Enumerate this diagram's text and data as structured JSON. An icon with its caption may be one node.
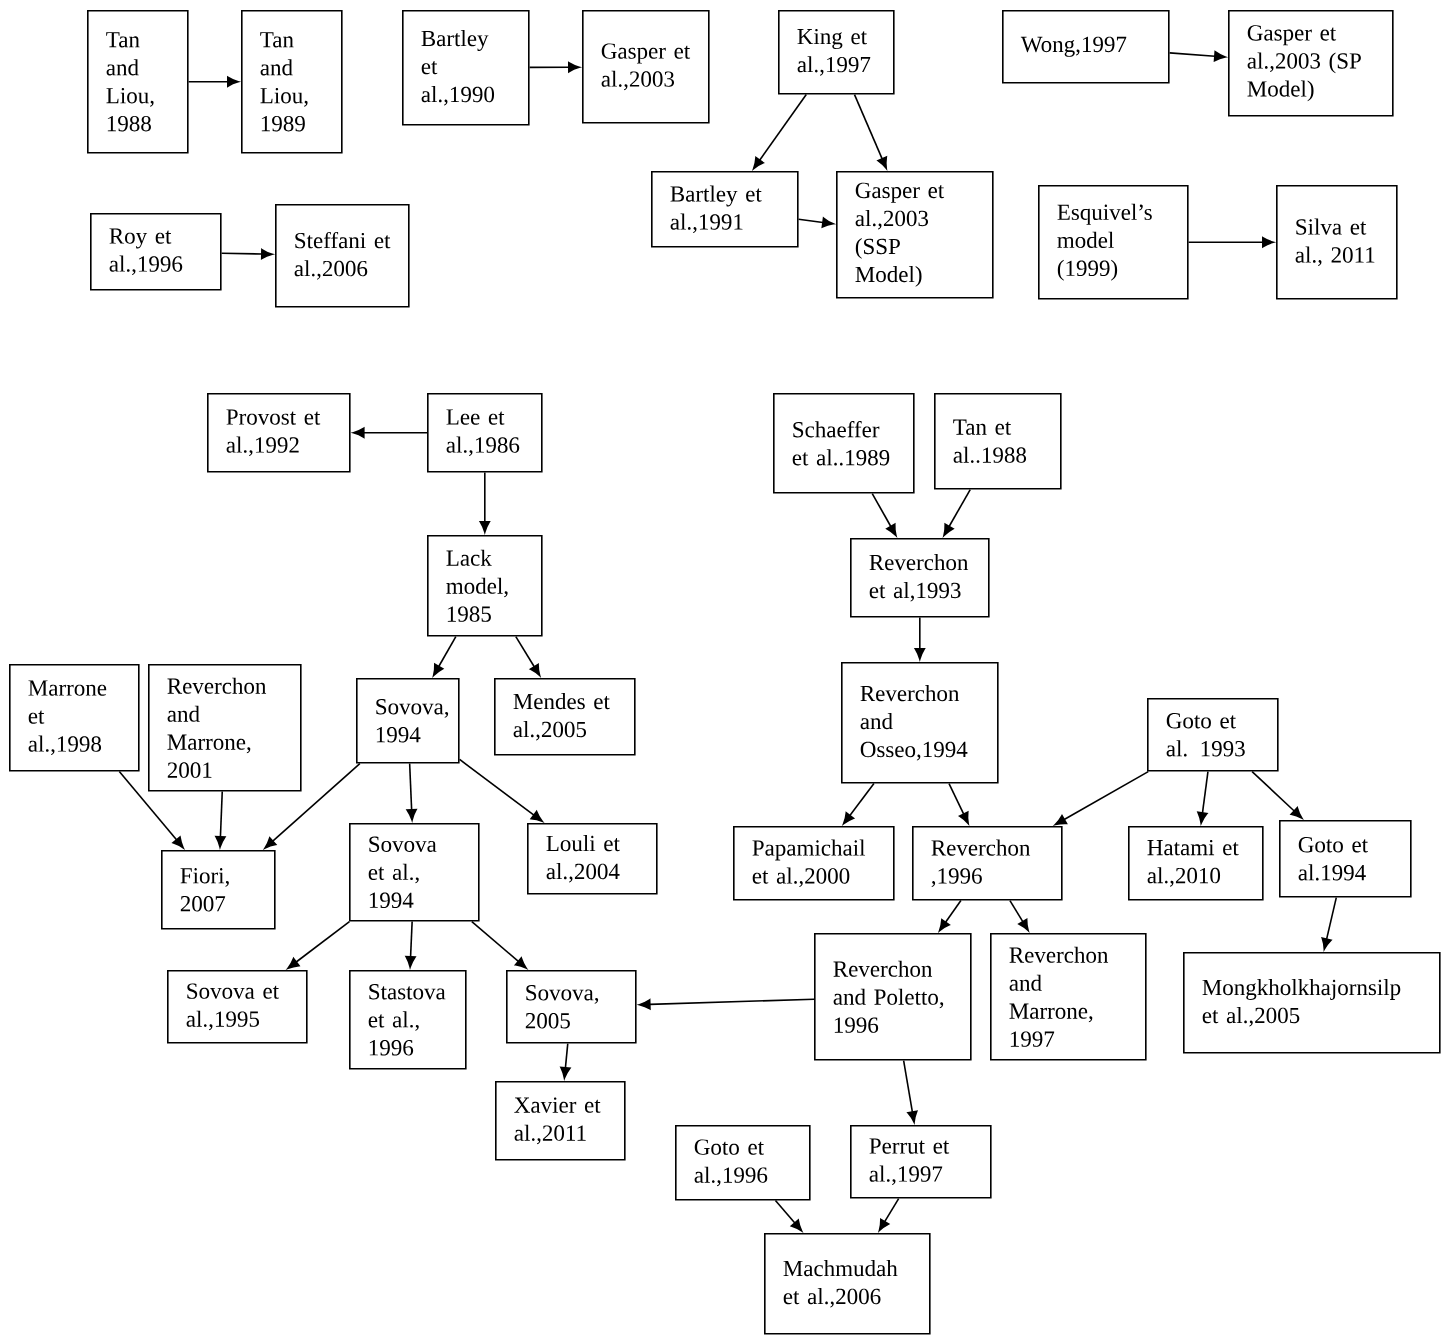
{
  "diagram": {
    "nodes": [
      {
        "text": [
          "Tan and Liou, 1988"
        ]
      },
      {
        "text": [
          "Tan and Liou, 1989"
        ]
      },
      {
        "text": [
          "Bartley et al.,1990"
        ]
      },
      {
        "text": [
          "Gasper et al.,2003"
        ]
      },
      {
        "text": [
          "King et al.,1997"
        ]
      },
      {
        "text": [
          "Wong,1997"
        ]
      },
      {
        "text": [
          "Gasper et al.,2003 (SP Model)"
        ]
      },
      {
        "text": [
          "Bartley et al.,1991"
        ]
      },
      {
        "text": [
          "Gasper et al.,2003 (SSP Model)"
        ]
      },
      {
        "text": [
          "Roy et al.,1996"
        ]
      },
      {
        "text": [
          "Steffani et al.,2006"
        ]
      },
      {
        "text": [
          "Esquivel’s model (1999)"
        ]
      },
      {
        "text": [
          "Silva et al., 2011"
        ]
      },
      {
        "text": [
          "Provost et al.,1992"
        ]
      },
      {
        "text": [
          "Lee et al.,1986"
        ]
      },
      {
        "text": [
          "Schaeffer et al..1989"
        ]
      },
      {
        "text": [
          "Tan et al..1988"
        ]
      },
      {
        "text": [
          "Lack model, 1985"
        ]
      },
      {
        "text": [
          "Reverchon et al,1993"
        ]
      },
      {
        "text": [
          "Marrone et al.,1998"
        ]
      },
      {
        "text": [
          "Reverchon and Marrone, 2001"
        ]
      },
      {
        "text": [
          "Sovova, 1994"
        ]
      },
      {
        "text": [
          "Mendes et al.,2005"
        ]
      },
      {
        "text": [
          "Reverchon and Osseo,1994"
        ]
      },
      {
        "text": [
          "Goto et al. 1993"
        ]
      },
      {
        "text": [
          "Fiori, 2007"
        ]
      },
      {
        "text": [
          "Sovova et al., 1994"
        ]
      },
      {
        "text": [
          "Louli et al.,2004"
        ]
      },
      {
        "text": [
          "Papamichail et al.,2000"
        ]
      },
      {
        "text": [
          "Reverchon ,1996"
        ]
      },
      {
        "text": [
          "Hatami et al.,2010"
        ]
      },
      {
        "text": [
          "Goto et al.1994"
        ]
      },
      {
        "text": [
          "Sovova et al.,1995"
        ]
      },
      {
        "text": [
          "Stastova et al., 1996"
        ]
      },
      {
        "text": [
          "Sovova, 2005"
        ]
      },
      {
        "text": [
          "Reverchon and Poletto, 1996"
        ]
      },
      {
        "text": [
          "Reverchon and Marrone, 1997"
        ]
      },
      {
        "text": [
          "Mongkholkhajornsilp et al.,2005"
        ]
      },
      {
        "text": [
          "Xavier et al.,2011"
        ]
      },
      {
        "text": [
          "Goto et al.,1996"
        ]
      },
      {
        "text": [
          "Perrut et al.,1997"
        ]
      },
      {
        "text": [
          "Machmudah et al.,2006"
        ]
      }
    ],
    "edges": [
      {
        "from": 0,
        "to": 1,
        "arrow": "to"
      },
      {
        "from": 2,
        "to": 3,
        "arrow": "to"
      },
      {
        "from": 4,
        "to": 7,
        "arrow": "to"
      },
      {
        "from": 4,
        "to": 8,
        "arrow": "to"
      },
      {
        "from": 5,
        "to": 6,
        "arrow": "to"
      },
      {
        "from": 7,
        "to": 8,
        "arrow": "to"
      },
      {
        "from": 9,
        "to": 10,
        "arrow": "to"
      },
      {
        "from": 11,
        "to": 12,
        "arrow": "to"
      },
      {
        "from": 14,
        "to": 13,
        "arrow": "to"
      },
      {
        "from": 14,
        "to": 17,
        "arrow": "to"
      },
      {
        "from": 15,
        "to": 18,
        "arrow": "to"
      },
      {
        "from": 16,
        "to": 18,
        "arrow": "to"
      },
      {
        "from": 18,
        "to": 23,
        "arrow": "to"
      },
      {
        "from": 17,
        "to": 21,
        "arrow": "to"
      },
      {
        "from": 17,
        "to": 22,
        "arrow": "to"
      },
      {
        "from": 19,
        "to": 25,
        "arrow": "to"
      },
      {
        "from": 20,
        "to": 25,
        "arrow": "to"
      },
      {
        "from": 21,
        "to": 25,
        "arrow": "to"
      },
      {
        "from": 21,
        "to": 26,
        "arrow": "to"
      },
      {
        "from": 21,
        "to": 27,
        "arrow": "to"
      },
      {
        "from": 23,
        "to": 28,
        "arrow": "to"
      },
      {
        "from": 23,
        "to": 29,
        "arrow": "to"
      },
      {
        "from": 24,
        "to": 29,
        "arrow": "to"
      },
      {
        "from": 24,
        "to": 30,
        "arrow": "to"
      },
      {
        "from": 24,
        "to": 31,
        "arrow": "to"
      },
      {
        "from": 26,
        "to": 32,
        "arrow": "to"
      },
      {
        "from": 26,
        "to": 33,
        "arrow": "to"
      },
      {
        "from": 26,
        "to": 34,
        "arrow": "to"
      },
      {
        "from": 29,
        "to": 35,
        "arrow": "to"
      },
      {
        "from": 29,
        "to": 36,
        "arrow": "to"
      },
      {
        "from": 31,
        "to": 37,
        "arrow": "to"
      },
      {
        "from": 35,
        "to": 34,
        "arrow": "to"
      },
      {
        "from": 34,
        "to": 38,
        "arrow": "to"
      },
      {
        "from": 35,
        "to": 40,
        "arrow": "to"
      },
      {
        "from": 39,
        "to": 41,
        "arrow": "to"
      },
      {
        "from": 40,
        "to": 41,
        "arrow": "to"
      }
    ]
  }
}
